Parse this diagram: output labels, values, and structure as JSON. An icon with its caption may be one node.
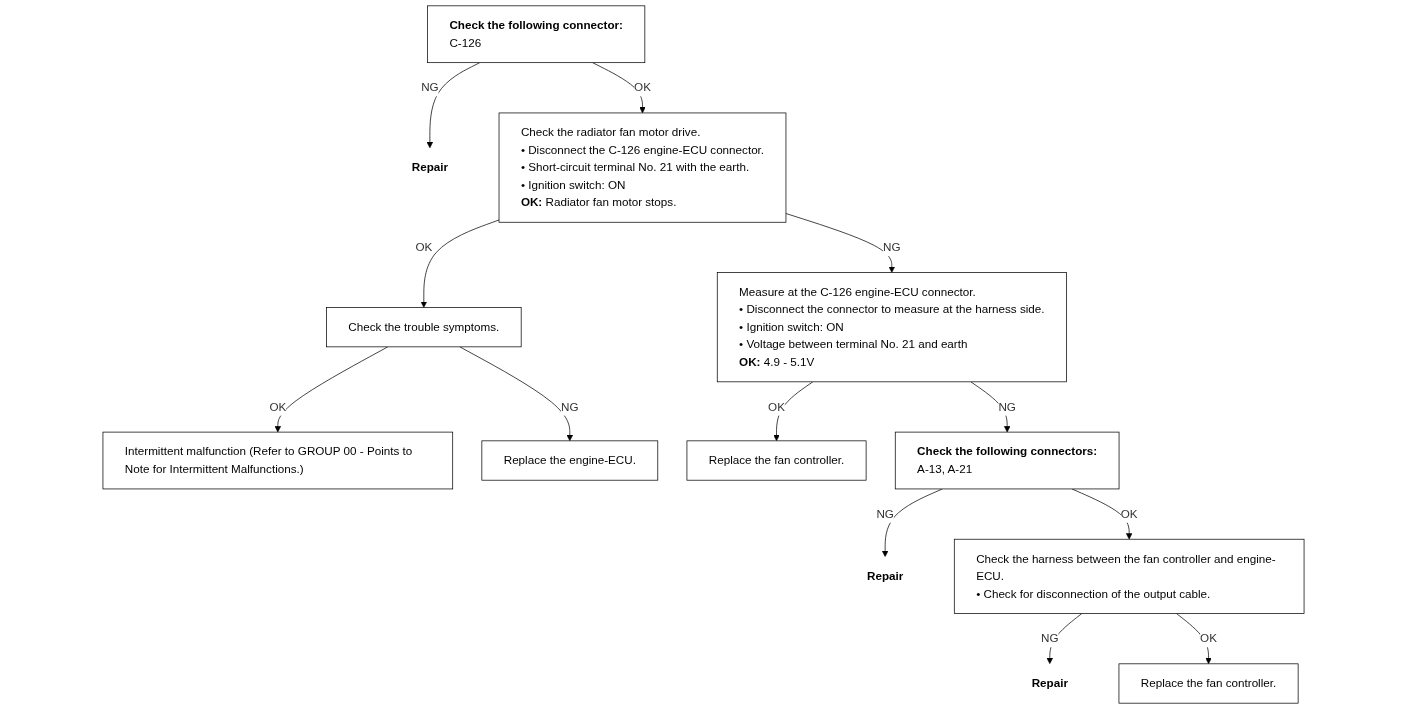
{
  "diagram": {
    "nodes": [
      {
        "text": [
          "Check the following connector:",
          "C-126"
        ]
      },
      {
        "text": [
          "Repair"
        ]
      },
      {
        "text": [
          "Check the radiator fan motor drive.",
          "• Disconnect the C-126 engine-ECU connector.",
          "• Short-circuit terminal No. 21 with the earth.",
          "• Ignition switch: ON",
          "**OK:** Radiator fan motor stops."
        ]
      },
      {
        "text": [
          "Check the trouble symptoms."
        ]
      },
      {
        "text": [
          "Intermittent malfunction (Refer to GROUP 00 - Points to Note for Intermittent Malfunctions.)"
        ]
      },
      {
        "text": [
          "Replace the engine-ECU."
        ]
      },
      {
        "text": [
          "Measure at the C-126 engine-ECU connector.",
          "• Disconnect the connector to measure at the harness side.",
          "• Ignition switch: ON",
          "• Voltage between terminal No. 21 and earth",
          "**OK:** 4.9 - 5.1V"
        ]
      },
      {
        "text": [
          "Replace the fan controller."
        ]
      },
      {
        "text": [
          "Check the following connectors:",
          "A-13, A-21"
        ]
      },
      {
        "text": [
          "Repair"
        ]
      },
      {
        "text": [
          "Check the harness between the fan controller and engine-ECU.",
          "• Check for disconnection of the output cable."
        ]
      },
      {
        "text": [
          "Repair"
        ]
      },
      {
        "text": [
          "Replace the fan controller."
        ]
      }
    ],
    "edges": [
      {
        "from": 0,
        "to": 1,
        "arrow": "to",
        "label": "NG"
      },
      {
        "from": 0,
        "to": 2,
        "arrow": "to",
        "label": "OK"
      },
      {
        "from": 2,
        "to": 3,
        "arrow": "to",
        "label": "OK"
      },
      {
        "from": 3,
        "to": 4,
        "arrow": "to",
        "label": "OK"
      },
      {
        "from": 3,
        "to": 5,
        "arrow": "to",
        "label": "NG"
      },
      {
        "from": 2,
        "to": 6,
        "arrow": "to",
        "label": "NG"
      },
      {
        "from": 6,
        "to": 7,
        "arrow": "to",
        "label": "OK"
      },
      {
        "from": 6,
        "to": 8,
        "arrow": "to",
        "label": "NG"
      },
      {
        "from": 8,
        "to": 9,
        "arrow": "to",
        "label": "NG"
      },
      {
        "from": 8,
        "to": 10,
        "arrow": "to",
        "label": "OK"
      },
      {
        "from": 10,
        "to": 11,
        "arrow": "to",
        "label": "NG"
      },
      {
        "from": 10,
        "to": 12,
        "arrow": "to",
        "label": "OK"
      }
    ]
  }
}
